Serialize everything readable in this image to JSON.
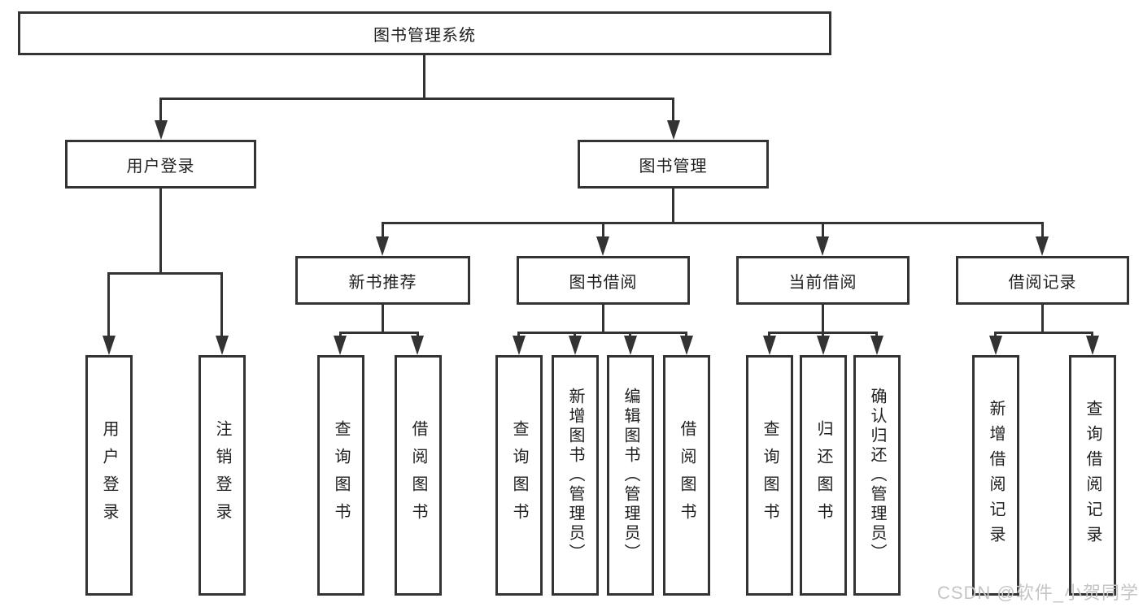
{
  "tree": {
    "root": "图书管理系统",
    "children": [
      {
        "label": "用户登录",
        "children": [
          "用户登录",
          "注销登录"
        ]
      },
      {
        "label": "图书管理",
        "children": [
          {
            "label": "新书推荐",
            "children": [
              "查询图书",
              "借阅图书"
            ]
          },
          {
            "label": "图书借阅",
            "children": [
              "查询图书",
              "新增图书（管理员）",
              "编辑图书（管理员）",
              "借阅图书"
            ]
          },
          {
            "label": "当前借阅",
            "children": [
              "查询图书",
              "归还图书",
              "确认归还（管理员）"
            ]
          },
          {
            "label": "借阅记录",
            "children": [
              "新增借阅记录",
              "查询借阅记录"
            ]
          }
        ]
      }
    ]
  },
  "watermark": {
    "text": "CSDN @软件_小贺同学"
  },
  "colors": {
    "line": "#333333",
    "text": "#1f1f1f",
    "watermark": "#c5c5c5",
    "background": "#ffffff"
  }
}
